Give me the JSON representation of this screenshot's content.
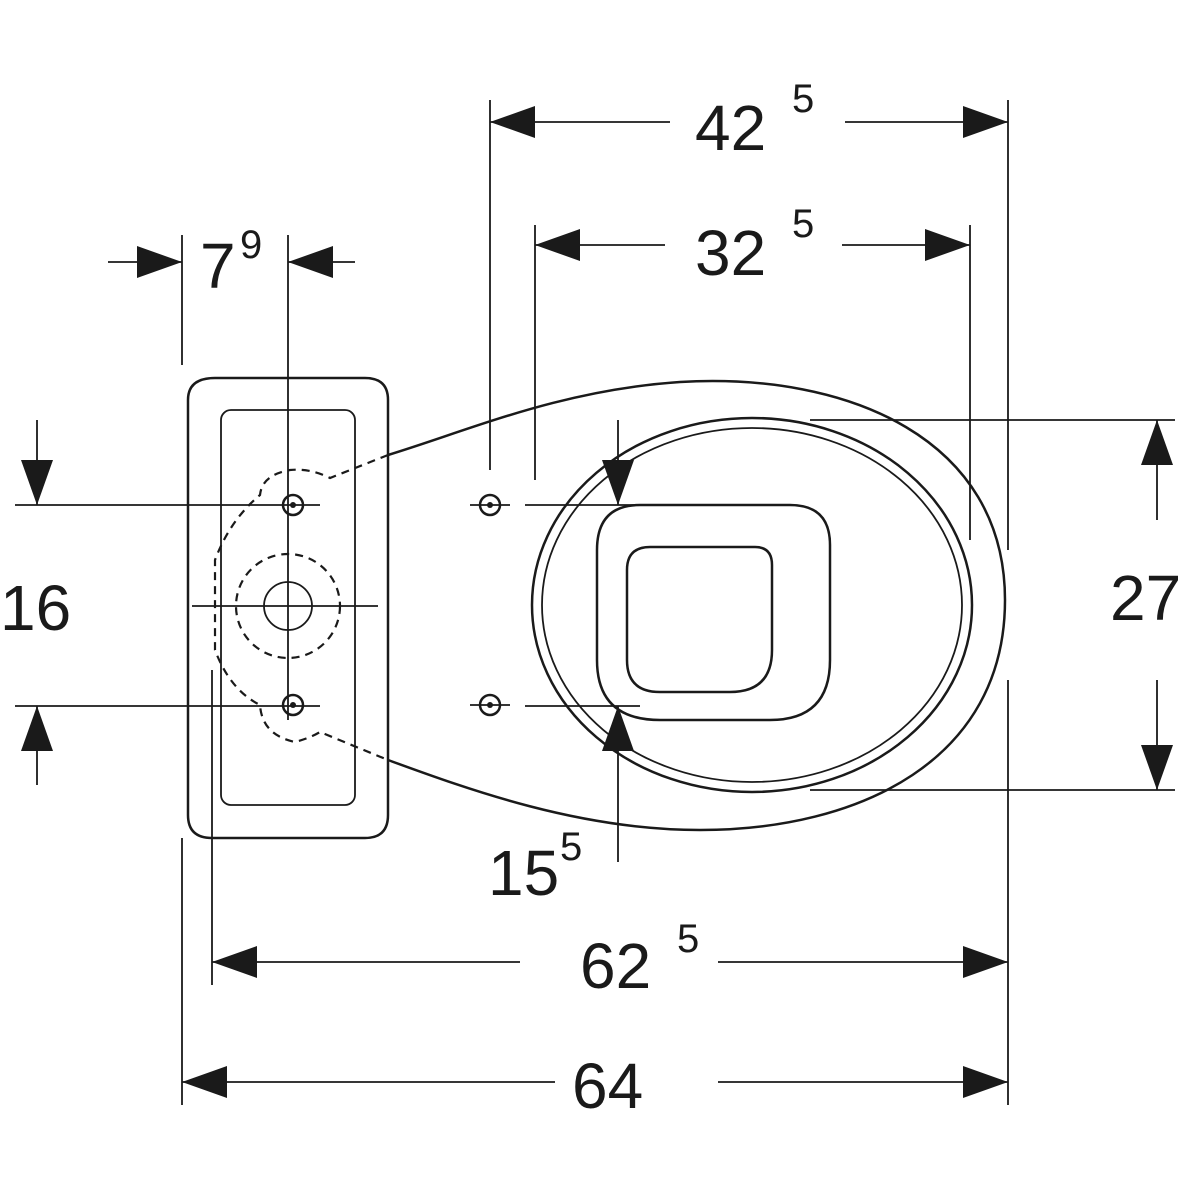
{
  "dimensions": {
    "width_seat_outer": {
      "main": "42",
      "sup": "5"
    },
    "width_seat_inner": {
      "main": "32",
      "sup": "5"
    },
    "cistern_hole_offset": {
      "main": "7",
      "sup": "9"
    },
    "cistern_hole_spacing": {
      "main": "16"
    },
    "seat_width": {
      "main": "27"
    },
    "bowl_hole_spacing": {
      "main": "15",
      "sup": "5"
    },
    "length_inner": {
      "main": "62",
      "sup": "5"
    },
    "length_total": {
      "main": "64"
    }
  }
}
